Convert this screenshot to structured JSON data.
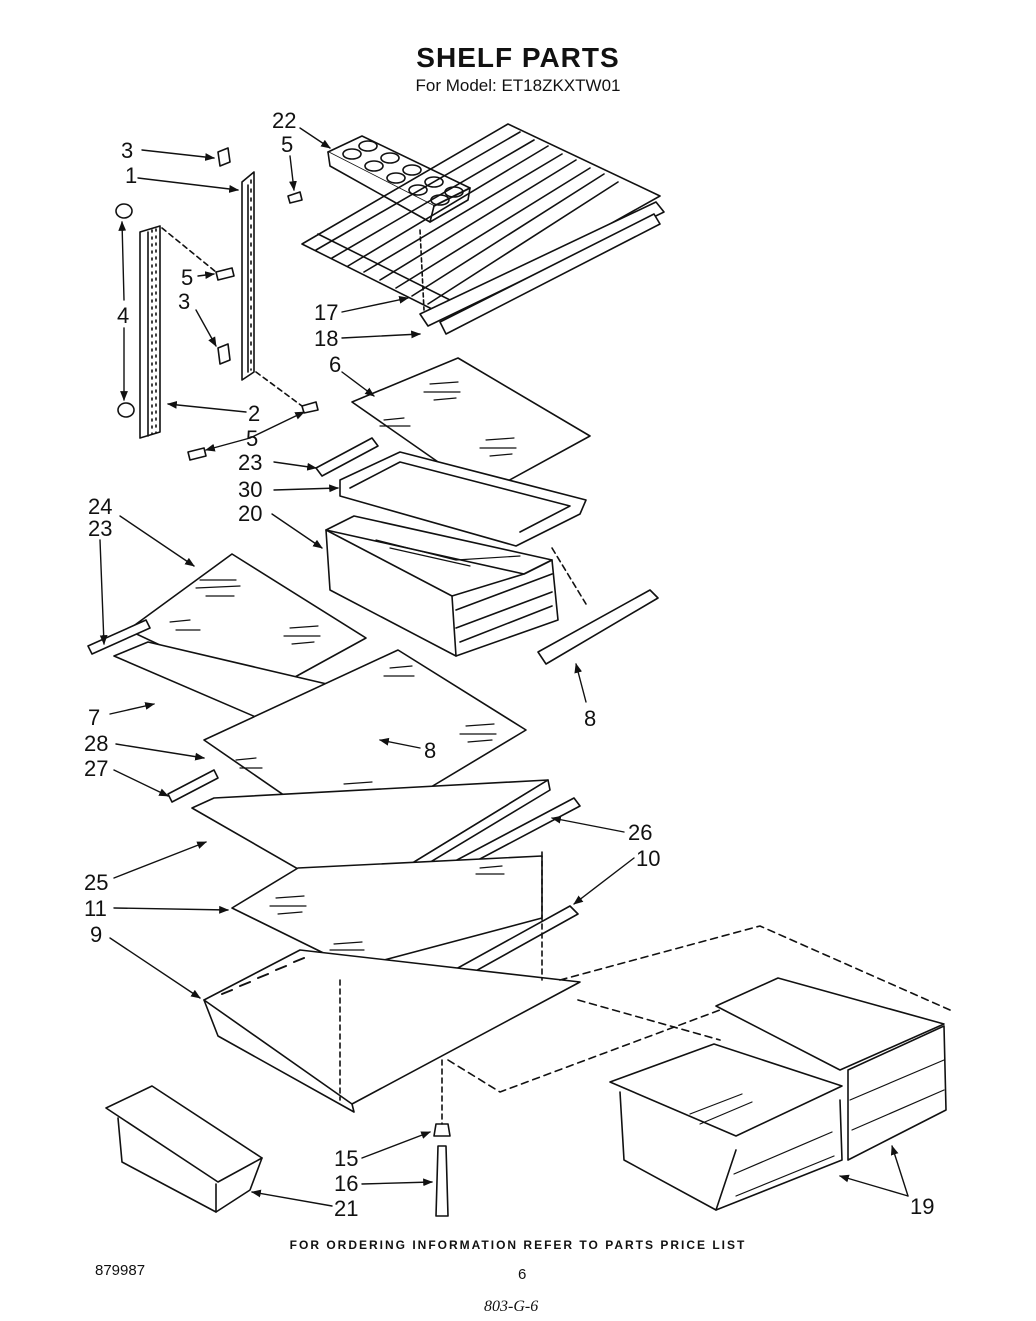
{
  "header": {
    "title": "SHELF PARTS",
    "subtitle": "For Model: ET18ZKXTW01"
  },
  "callouts": [
    {
      "id": "c3a",
      "text": "3"
    },
    {
      "id": "c1",
      "text": "1"
    },
    {
      "id": "c22",
      "text": "22"
    },
    {
      "id": "c5a",
      "text": "5"
    },
    {
      "id": "c5b",
      "text": "5"
    },
    {
      "id": "c3b",
      "text": "3"
    },
    {
      "id": "c4",
      "text": "4"
    },
    {
      "id": "c17",
      "text": "17"
    },
    {
      "id": "c18",
      "text": "18"
    },
    {
      "id": "c6",
      "text": "6"
    },
    {
      "id": "c2",
      "text": "2"
    },
    {
      "id": "c5c",
      "text": "5"
    },
    {
      "id": "c23a",
      "text": "23"
    },
    {
      "id": "c30",
      "text": "30"
    },
    {
      "id": "c24",
      "text": "24"
    },
    {
      "id": "c23b",
      "text": "23"
    },
    {
      "id": "c20",
      "text": "20"
    },
    {
      "id": "c8a",
      "text": "8"
    },
    {
      "id": "c7",
      "text": "7"
    },
    {
      "id": "c8b",
      "text": "8"
    },
    {
      "id": "c28",
      "text": "28"
    },
    {
      "id": "c27",
      "text": "27"
    },
    {
      "id": "c26",
      "text": "26"
    },
    {
      "id": "c10",
      "text": "10"
    },
    {
      "id": "c25",
      "text": "25"
    },
    {
      "id": "c11",
      "text": "11"
    },
    {
      "id": "c9",
      "text": "9"
    },
    {
      "id": "c15",
      "text": "15"
    },
    {
      "id": "c16",
      "text": "16"
    },
    {
      "id": "c21",
      "text": "21"
    },
    {
      "id": "c19",
      "text": "19"
    }
  ],
  "footer": {
    "ordering_note": "FOR ORDERING INFORMATION REFER TO PARTS PRICE LIST",
    "doc_number": "879987",
    "page_number": "6",
    "handwritten_note": "803-G-6"
  }
}
